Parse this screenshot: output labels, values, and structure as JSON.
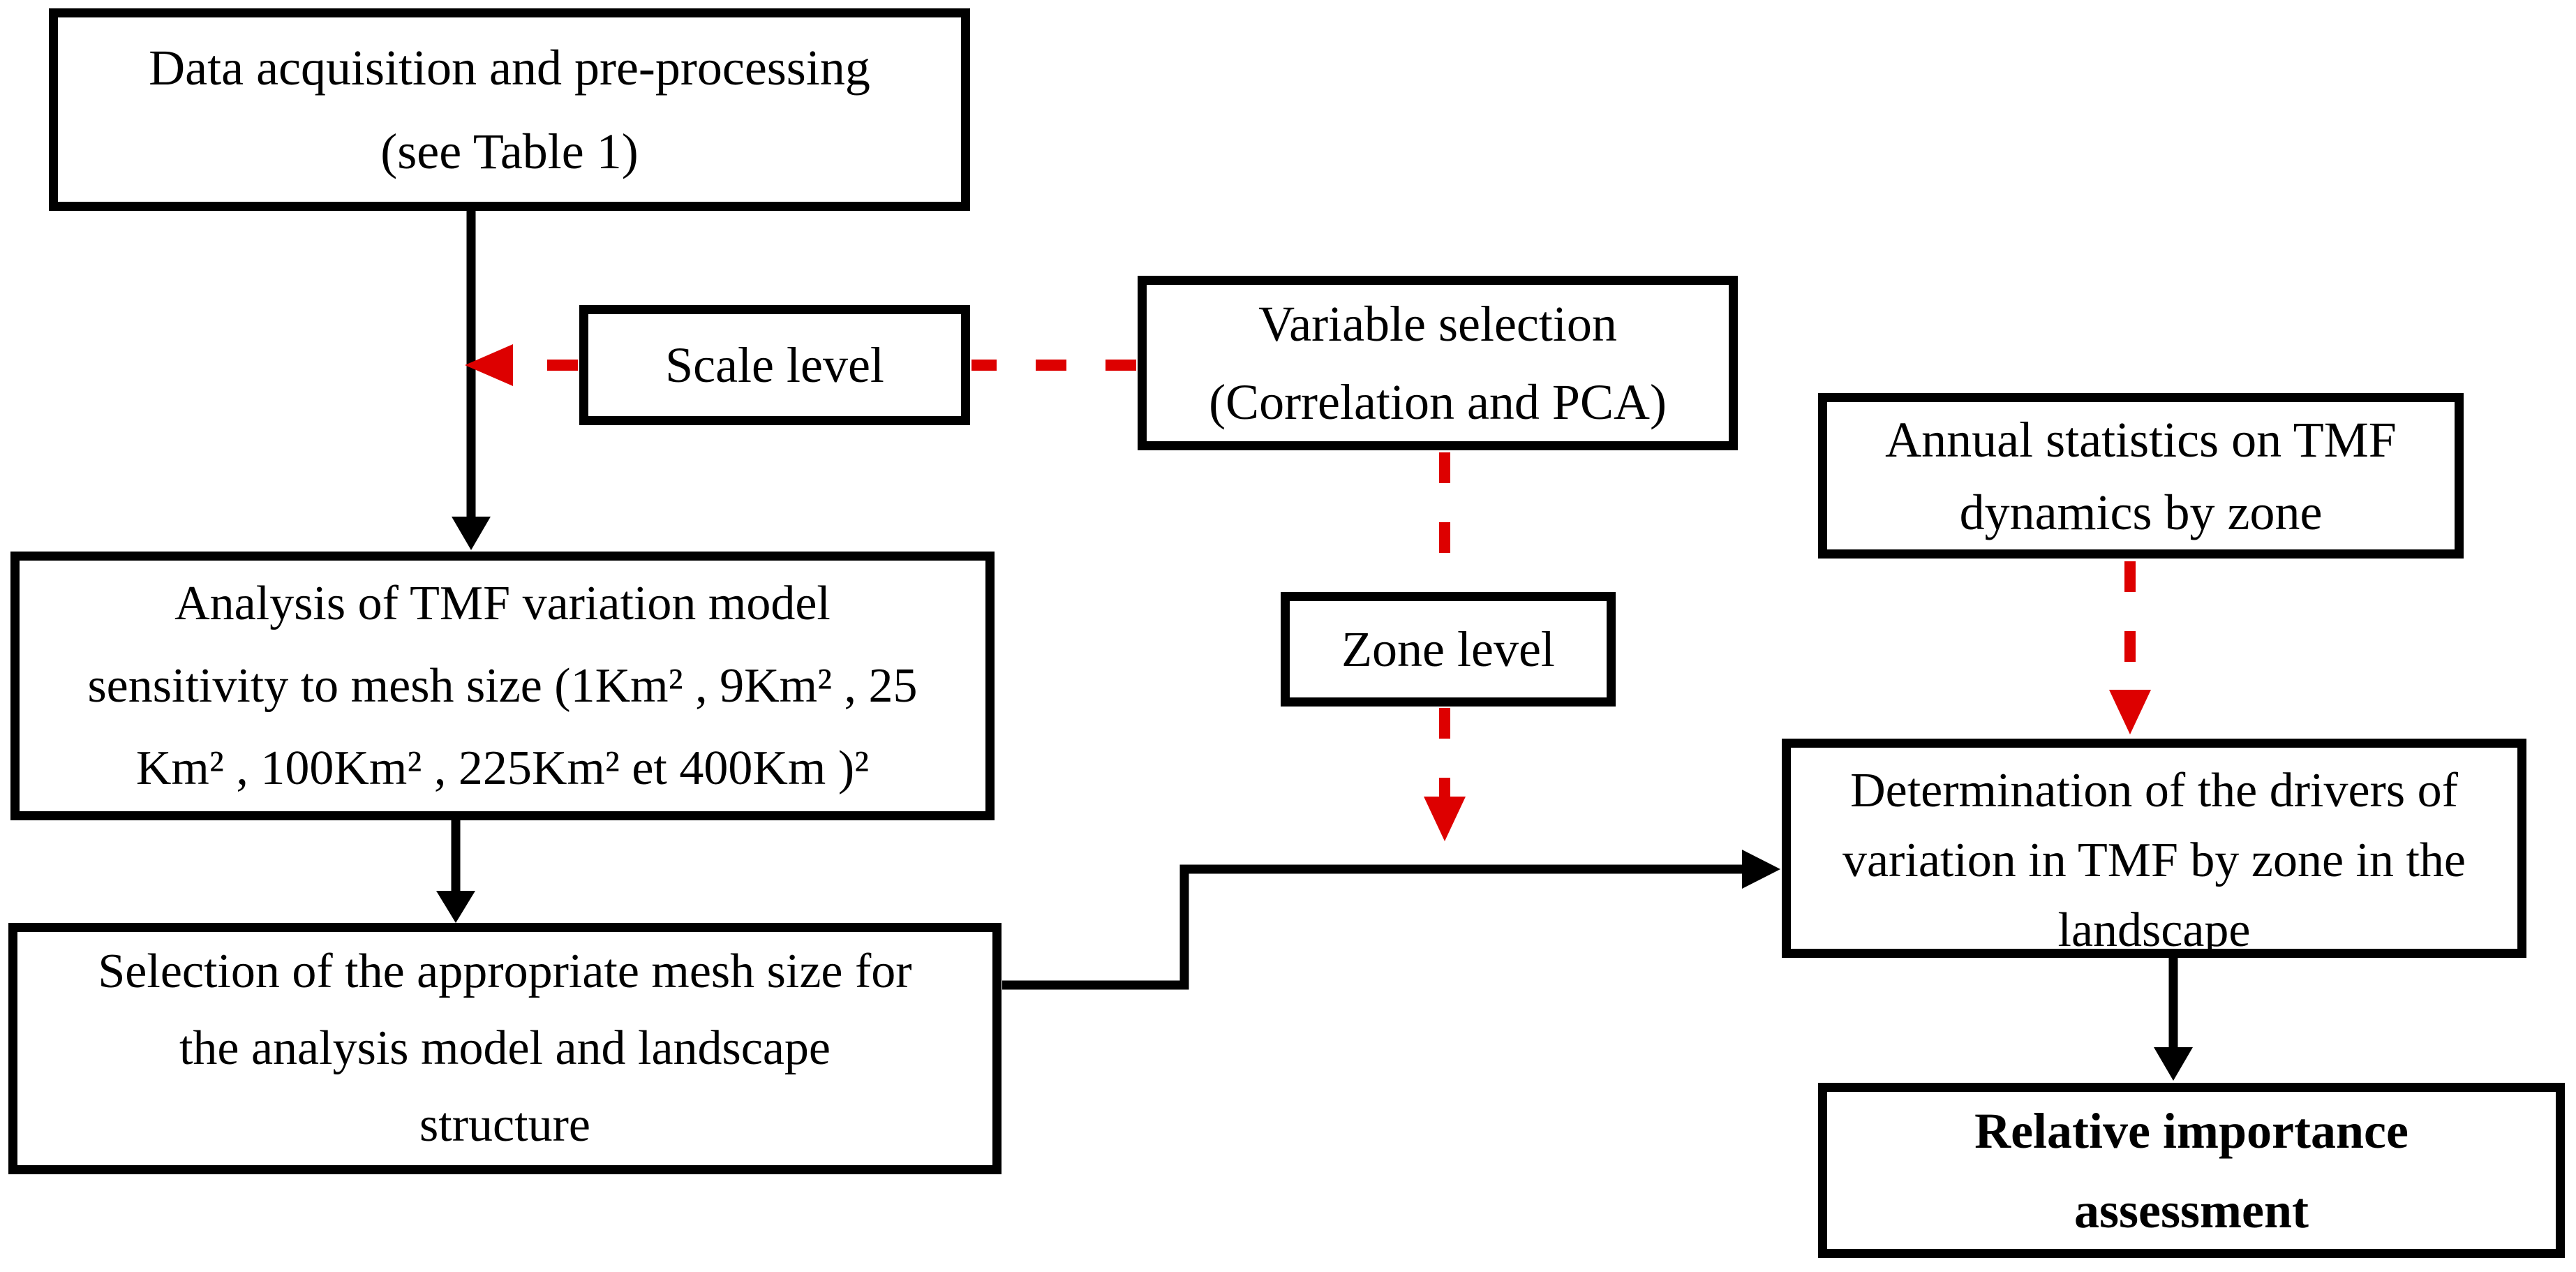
{
  "nodes": {
    "data_acquisition": {
      "lines": [
        "Data acquisition and pre-processing",
        "(see Table 1)"
      ]
    },
    "scale_level": {
      "lines": [
        "Scale level"
      ]
    },
    "variable_selection": {
      "lines": [
        "Variable selection",
        "(Correlation and PCA)"
      ]
    },
    "annual_statistics": {
      "lines": [
        "Annual statistics on TMF",
        "dynamics by zone"
      ]
    },
    "zone_level": {
      "lines": [
        "Zone level"
      ]
    },
    "analysis_sensitivity": {
      "lines": [
        "Analysis of TMF variation model",
        "sensitivity to mesh size (1Km² , 9Km² , 25",
        "Km² , 100Km² , 225Km² et 400Km )²"
      ]
    },
    "mesh_selection": {
      "lines": [
        "Selection of the appropriate mesh size for",
        "the analysis model and landscape",
        "structure"
      ]
    },
    "drivers_determination": {
      "lines": [
        "Determination of the drivers of",
        "variation in TMF by zone in the",
        "landscape"
      ]
    },
    "relative_importance": {
      "lines": [
        "Relative importance",
        "assessment"
      ]
    }
  },
  "edges": [
    {
      "from": "data_acquisition",
      "to": "analysis_sensitivity",
      "style": "solid-black-arrow"
    },
    {
      "from": "scale_level",
      "to": "data_acquisition-analysis_sensitivity-arrow",
      "style": "dashed-red-arrow"
    },
    {
      "from": "variable_selection",
      "to": "scale_level",
      "style": "dashed-red-line"
    },
    {
      "from": "variable_selection",
      "to": "zone_level",
      "style": "dashed-red-line"
    },
    {
      "from": "zone_level",
      "to": "mesh_selection-drivers_determination-arrow",
      "style": "dashed-red-arrow"
    },
    {
      "from": "analysis_sensitivity",
      "to": "mesh_selection",
      "style": "solid-black-arrow"
    },
    {
      "from": "mesh_selection",
      "to": "drivers_determination",
      "style": "solid-black-elbow-arrow"
    },
    {
      "from": "annual_statistics",
      "to": "drivers_determination",
      "style": "dashed-red-arrow"
    },
    {
      "from": "drivers_determination",
      "to": "relative_importance",
      "style": "solid-black-arrow"
    }
  ],
  "colors": {
    "background": "#ffffff",
    "box_border": "#000000",
    "text": "#000000",
    "solid_arrow": "#000000",
    "dashed_arrow": "#dd0000"
  }
}
